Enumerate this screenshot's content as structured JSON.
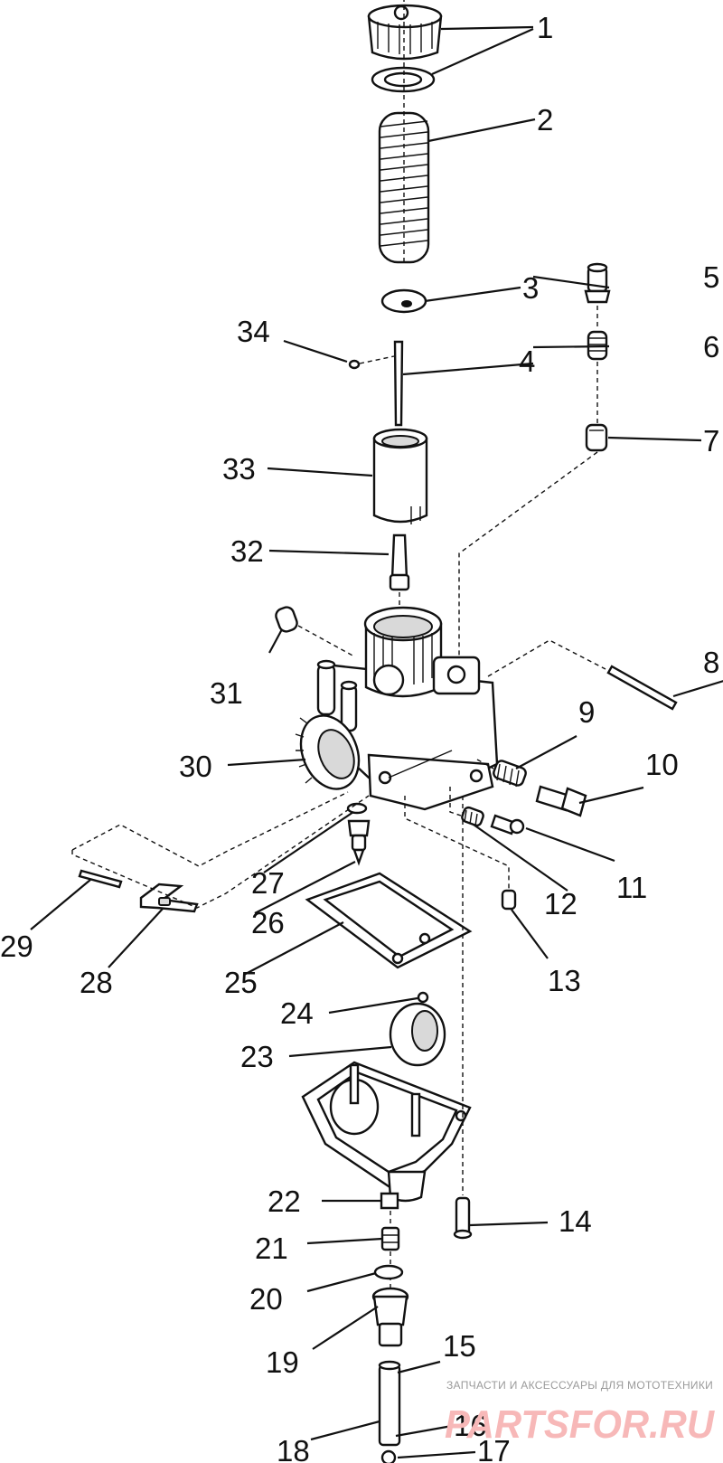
{
  "callouts": [
    "1",
    "2",
    "3",
    "4",
    "5",
    "6",
    "7",
    "8",
    "9",
    "10",
    "11",
    "12",
    "13",
    "14",
    "15",
    "16",
    "17",
    "18",
    "19",
    "20",
    "21",
    "22",
    "23",
    "24",
    "25",
    "26",
    "27",
    "28",
    "29",
    "30",
    "31",
    "32",
    "33",
    "34"
  ],
  "watermark": {
    "tagline": "ЗАПЧАСТИ И АКСЕССУАРЫ ДЛЯ МОТОТЕХНИКИ",
    "brand": "PARTSFOR.RU"
  }
}
